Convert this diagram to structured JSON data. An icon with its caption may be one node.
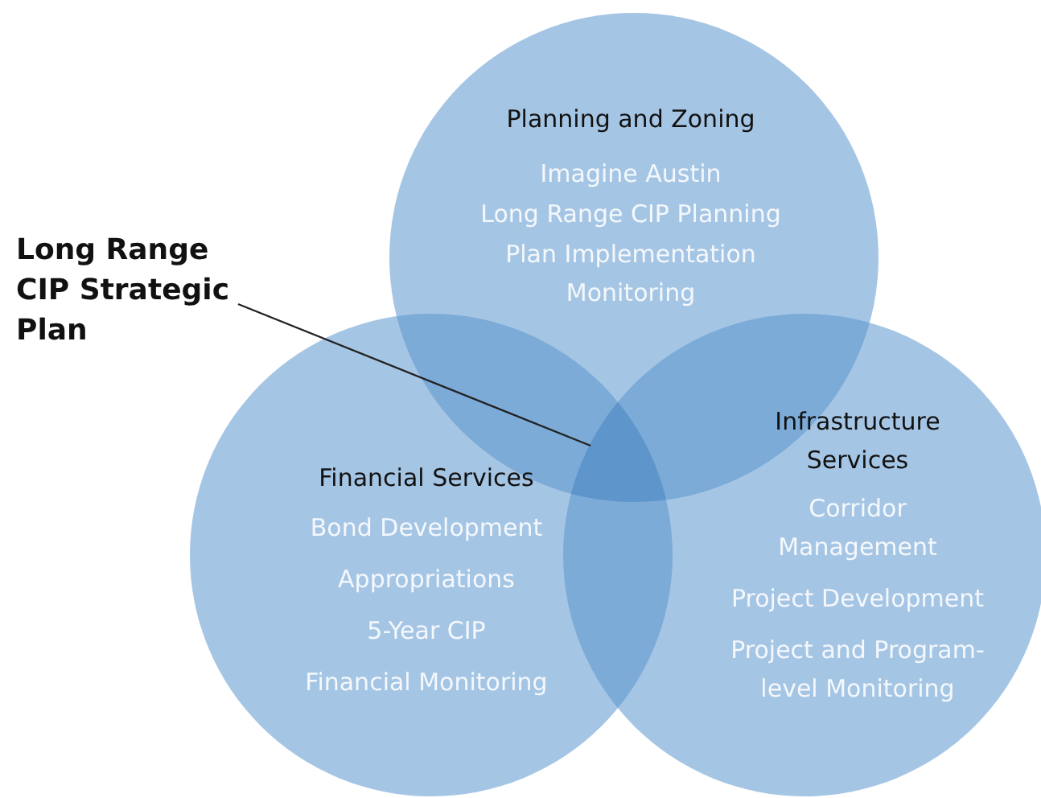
{
  "diagram": {
    "nodes": [
      {
        "text": [
          "Planning and Zoning",
          "Imagine Austin",
          "Long Range CIP Planning",
          "Plan Implementation Monitoring"
        ]
      },
      {
        "text": [
          "Long Range CIP Strategic Plan"
        ]
      },
      {
        "text": [
          "Infrastructure Services",
          "Corridor Management",
          "Project Development",
          "Project and Program-level Monitoring"
        ]
      },
      {
        "text": [
          "Financial Services",
          "Bond Development",
          "Appropriations",
          "5-Year CIP",
          "Financial Monitoring"
        ]
      },
      {
        "text": [],
        "shape": "region"
      }
    ],
    "edges": [
      {
        "from": 1,
        "to": 4,
        "arrow": "none"
      }
    ]
  }
}
